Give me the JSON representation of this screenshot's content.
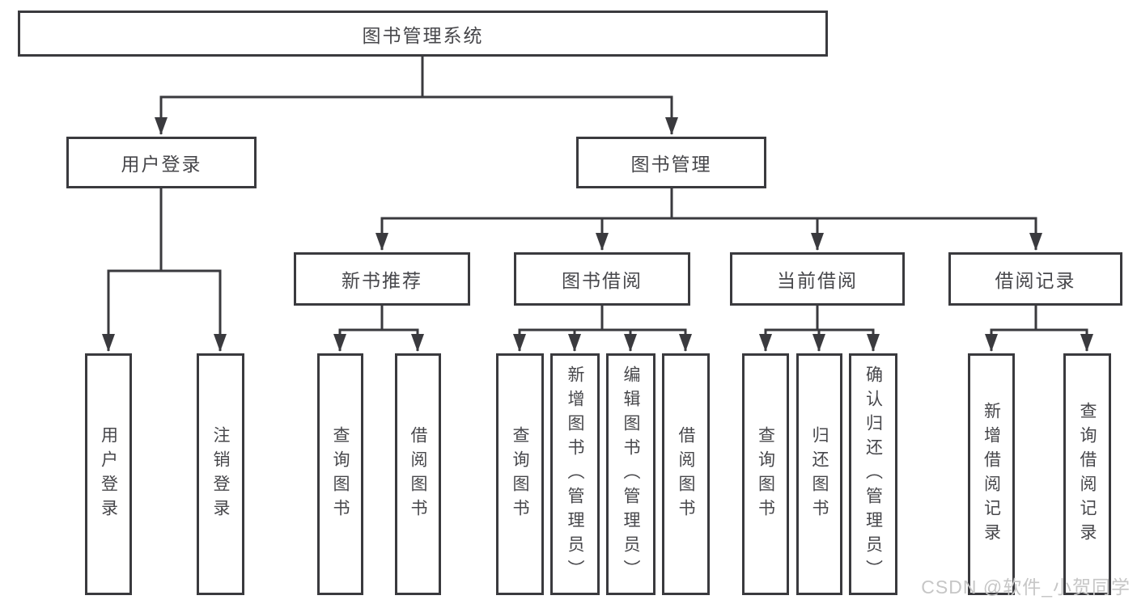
{
  "title": "图书管理系统",
  "nodes": {
    "root": {
      "label": "图书管理系统"
    },
    "user_login": {
      "label": "用户登录",
      "children": [
        "用户登录",
        "注销登录"
      ]
    },
    "book_mgmt": {
      "label": "图书管理"
    },
    "new_books": {
      "label": "新书推荐",
      "children": [
        "查询图书",
        "借阅图书"
      ]
    },
    "book_borrow": {
      "label": "图书借阅",
      "children": [
        "查询图书",
        "新增图书（管理员）",
        "编辑图书（管理员）",
        "借阅图书"
      ]
    },
    "current_borrow": {
      "label": "当前借阅",
      "children": [
        "查询图书",
        "归还图书",
        "确认归还（管理员）"
      ]
    },
    "borrow_records": {
      "label": "借阅记录",
      "children": [
        "新增借阅记录",
        "查询借阅记录"
      ]
    }
  },
  "watermark": "CSDN @软件_小贺同学",
  "colors": {
    "line": "#3a3a3e",
    "text": "#47474b",
    "watermark": "#c6c6c6",
    "bg": "#ffffff"
  }
}
